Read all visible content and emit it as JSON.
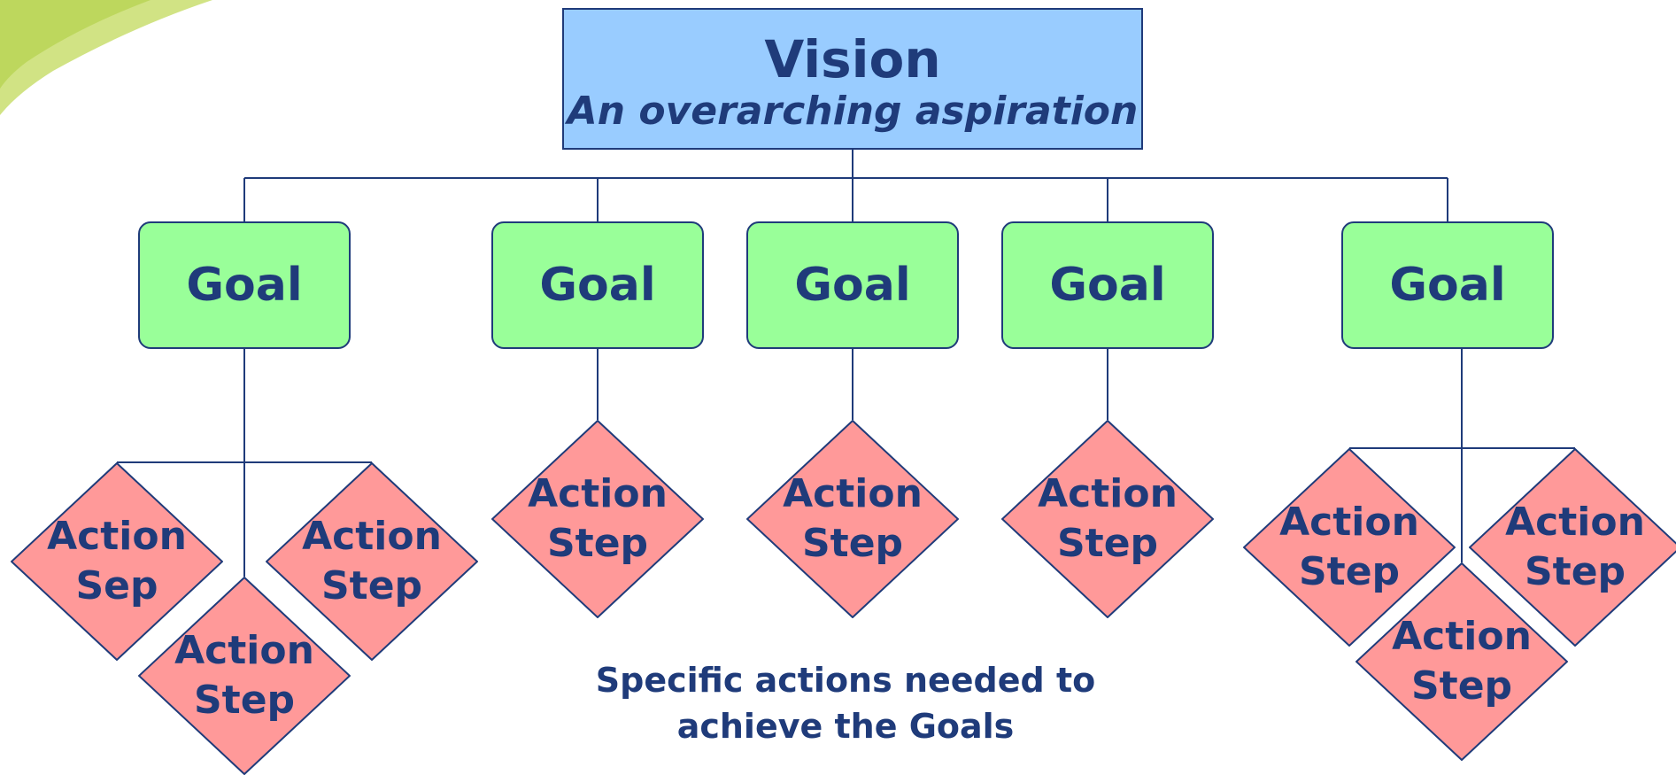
{
  "vision": {
    "title": "Vision",
    "subtitle": "An overarching aspiration"
  },
  "goals": [
    {
      "label": "Goal"
    },
    {
      "label": "Goal"
    },
    {
      "label": "Goal"
    },
    {
      "label": "Goal"
    },
    {
      "label": "Goal"
    }
  ],
  "actions": [
    {
      "label": "Action\nSep"
    },
    {
      "label": "Action\nStep"
    },
    {
      "label": "Action\nStep"
    },
    {
      "label": "Action\nStep"
    },
    {
      "label": "Action\nStep"
    },
    {
      "label": "Action\nStep"
    },
    {
      "label": "Action\nStep"
    },
    {
      "label": "Action\nStep"
    },
    {
      "label": "Action\nStep"
    }
  ],
  "caption": "Specific actions needed to\nachieve the Goals",
  "colors": {
    "vision_fill": "#99ccff",
    "goal_fill": "#99ff99",
    "action_fill": "#ff9999",
    "text": "#1f3b7a",
    "lines": "#1f3b7a"
  }
}
